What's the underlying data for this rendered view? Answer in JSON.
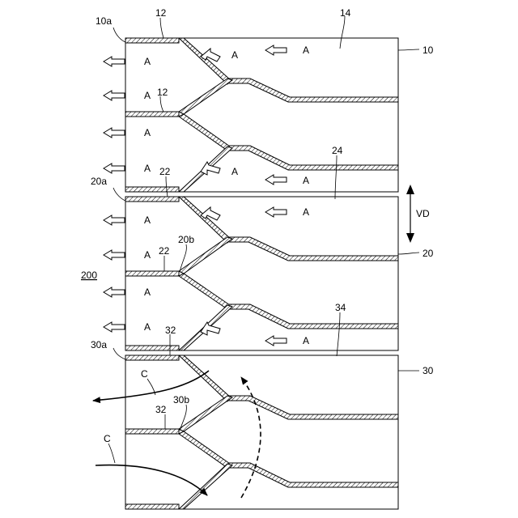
{
  "labels": {
    "ref_10a": "10a",
    "ref_12_top": "12",
    "ref_12_mid": "12",
    "ref_14": "14",
    "ref_10": "10",
    "ref_24": "24",
    "ref_20a": "20a",
    "ref_22_top": "22",
    "ref_22_mid": "22",
    "ref_20b": "20b",
    "ref_vd": "VD",
    "ref_20": "20",
    "ref_200": "200",
    "ref_34": "34",
    "ref_30a": "30a",
    "ref_32_top": "32",
    "ref_32_mid": "32",
    "ref_30b": "30b",
    "ref_30": "30",
    "flow_a": "A",
    "flow_c": "C"
  }
}
